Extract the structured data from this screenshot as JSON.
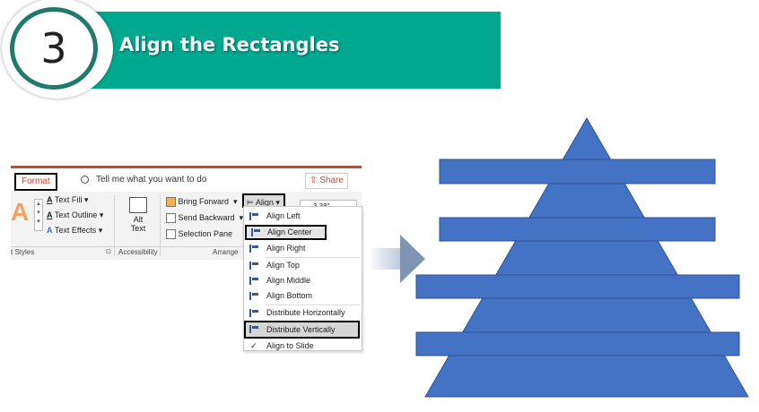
{
  "header": {
    "step_number": "3",
    "title": "Align the Rectangles",
    "banner_color": "#00a88f"
  },
  "ribbon": {
    "tab_format": "Format",
    "tell_me": "Tell me what you want to do",
    "share": "Share",
    "text_fill": "Text Fill",
    "text_outline": "Text Outline",
    "text_effects": "Text Effects",
    "alt_text_line1": "Alt",
    "alt_text_line2": "Text",
    "bring_forward": "Bring Forward",
    "send_backward": "Send Backward",
    "selection_pane": "Selection Pane",
    "align_button": "Align",
    "size_value": "3.38\"",
    "group_styles": "t Styles",
    "group_accessibility": "Accessibility",
    "group_arrange": "Arrange"
  },
  "align_menu": {
    "items": [
      {
        "label": "Align Left",
        "highlight": false
      },
      {
        "label": "Align Center",
        "highlight": true
      },
      {
        "label": "Align Right",
        "highlight": false
      },
      {
        "label": "Align Top",
        "highlight": false
      },
      {
        "label": "Align Middle",
        "highlight": false
      },
      {
        "label": "Align Bottom",
        "highlight": false
      },
      {
        "label": "Distribute Horizontally",
        "highlight": false
      },
      {
        "label": "Distribute Vertically",
        "highlight": true
      },
      {
        "label": "Align to Slide",
        "highlight": false
      }
    ]
  },
  "colors": {
    "shape_fill": "#4472c4",
    "shape_stroke": "#2f528f",
    "accent": "#c9482c"
  }
}
